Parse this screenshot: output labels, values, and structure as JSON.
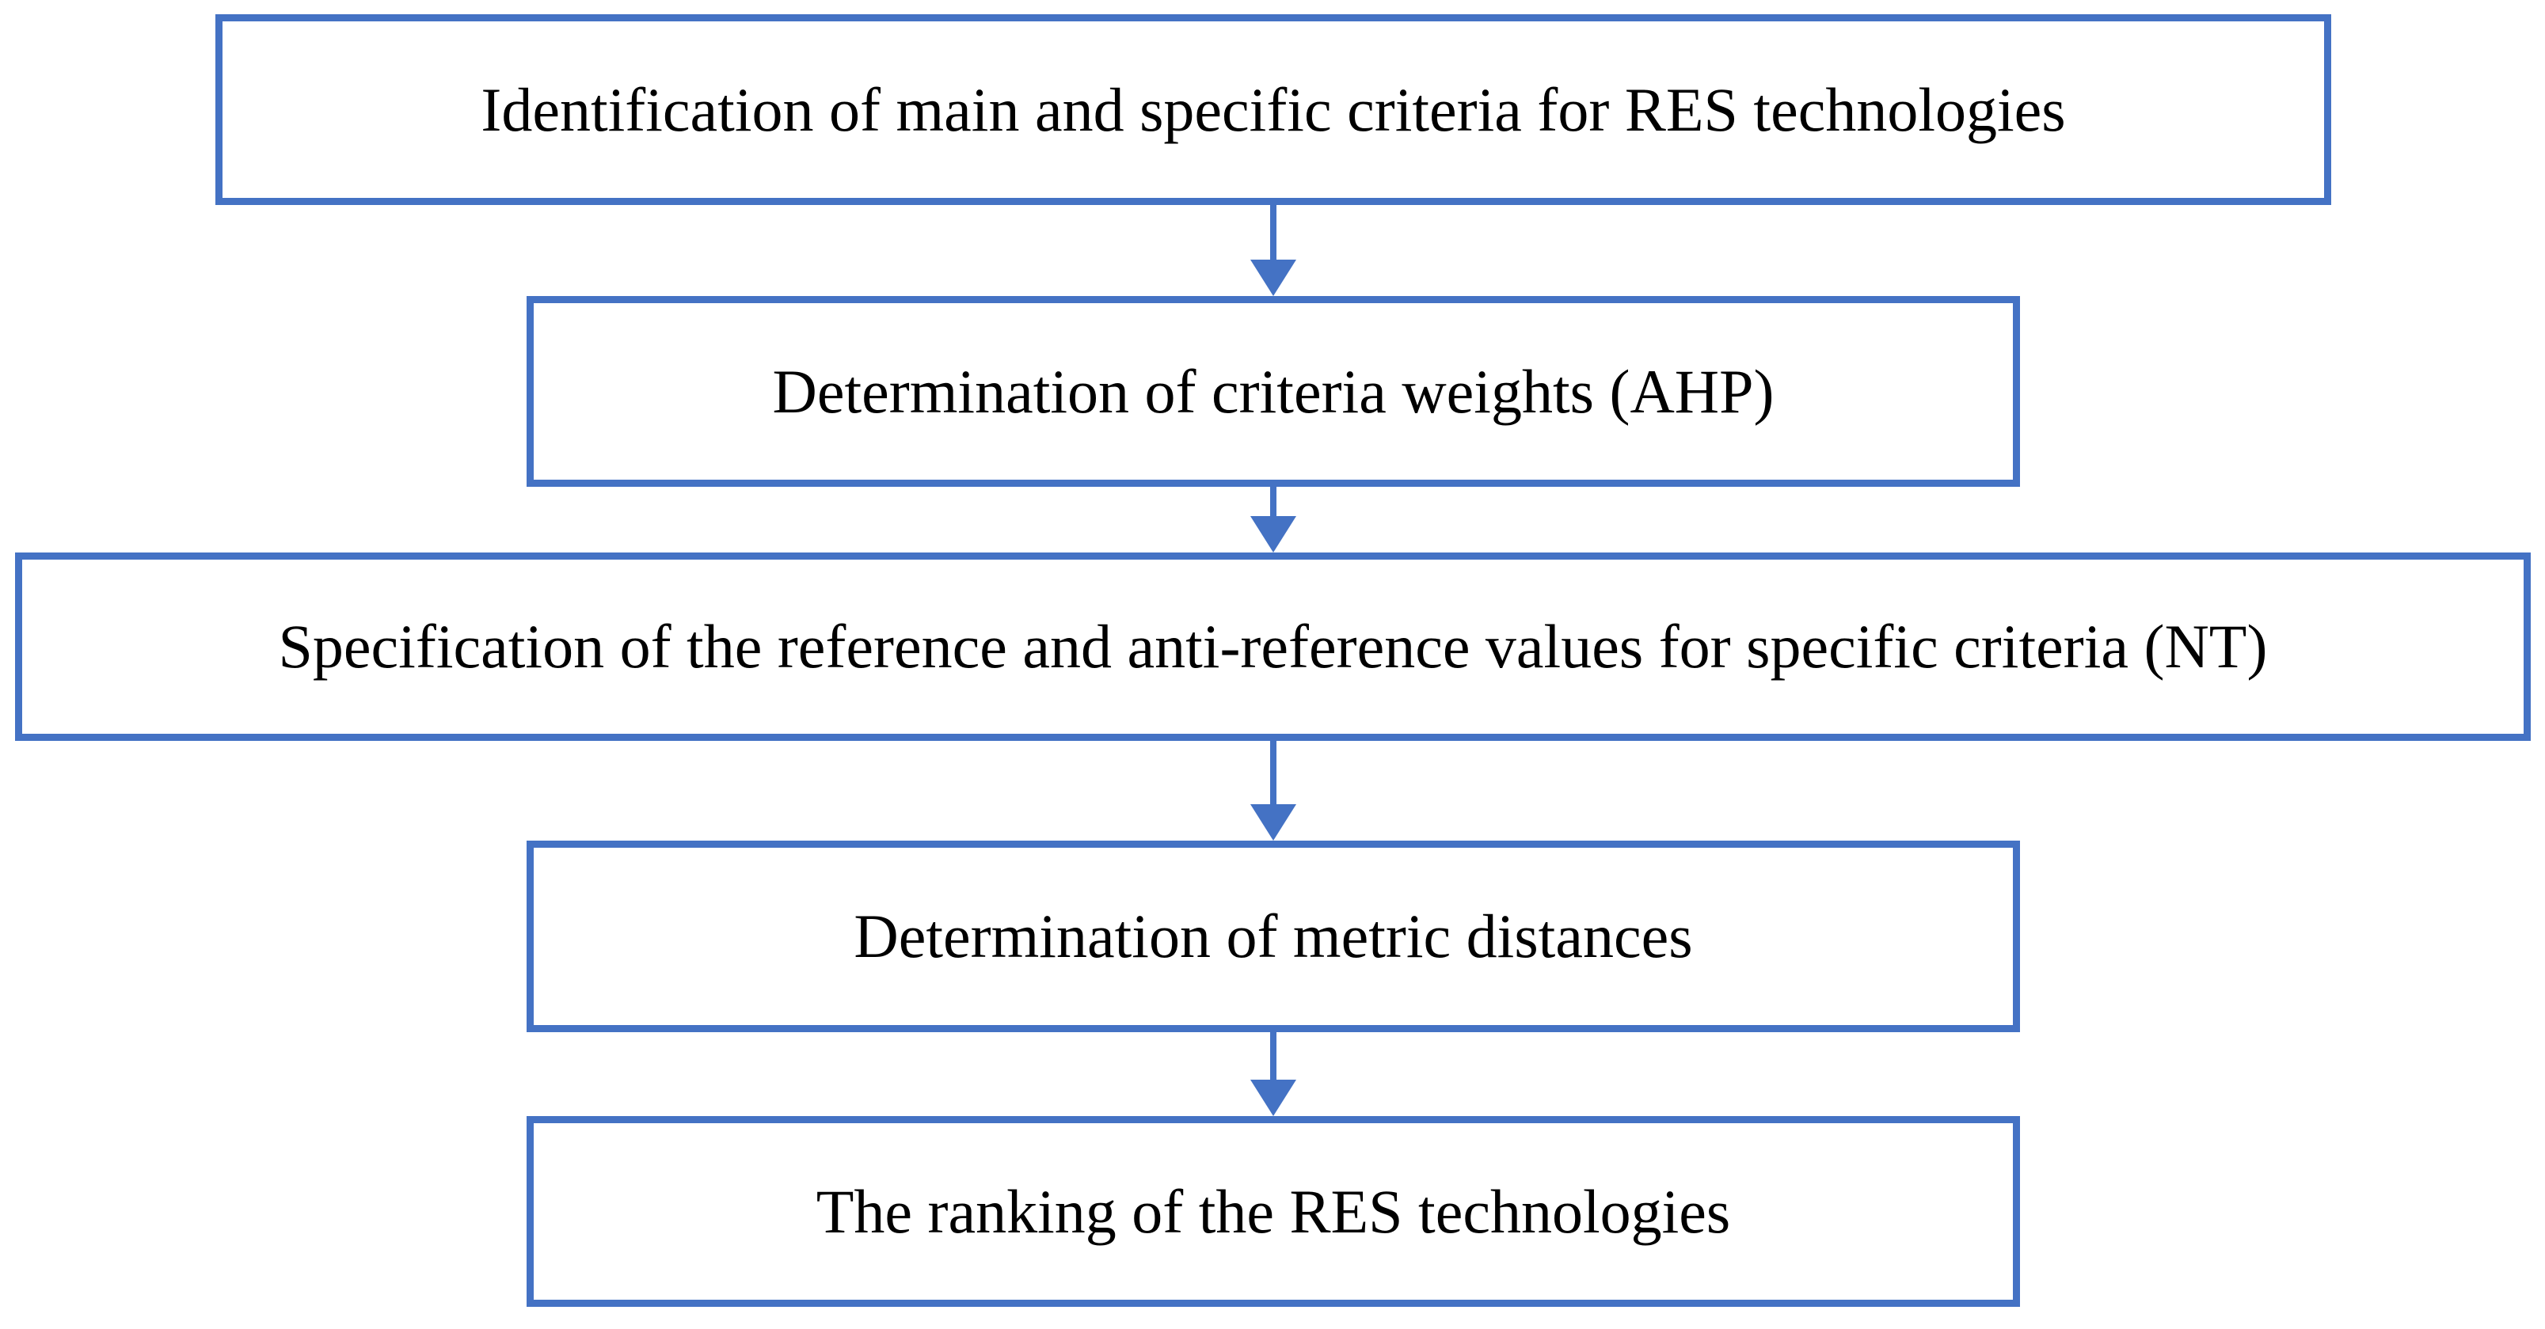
{
  "diagram": {
    "type": "flowchart",
    "orientation": "vertical",
    "title": "",
    "colors": {
      "node_border": "#4472C4",
      "node_fill": "#FFFFFF",
      "arrow": "#4472C4",
      "text": "#000000",
      "background": "#FFFFFF"
    },
    "nodes": [
      {
        "id": "node-1",
        "step": 1,
        "label": "Identification of main and specific criteria for RES technologies"
      },
      {
        "id": "node-2",
        "step": 2,
        "label": "Determination of criteria weights (AHP)"
      },
      {
        "id": "node-3",
        "step": 3,
        "label": "Specification of the reference and anti-reference values for specific criteria (NT)"
      },
      {
        "id": "node-4",
        "step": 4,
        "label": "Determination of metric distances"
      },
      {
        "id": "node-5",
        "step": 5,
        "label": "The ranking of the RES technologies"
      }
    ],
    "edges": [
      {
        "id": "edge-1",
        "from": "node-1",
        "to": "node-2",
        "label": "",
        "style": "solid-arrow-down"
      },
      {
        "id": "edge-2",
        "from": "node-2",
        "to": "node-3",
        "label": "",
        "style": "solid-arrow-down"
      },
      {
        "id": "edge-3",
        "from": "node-3",
        "to": "node-4",
        "label": "",
        "style": "solid-arrow-down"
      },
      {
        "id": "edge-4",
        "from": "node-4",
        "to": "node-5",
        "label": "",
        "style": "solid-arrow-down"
      }
    ]
  }
}
